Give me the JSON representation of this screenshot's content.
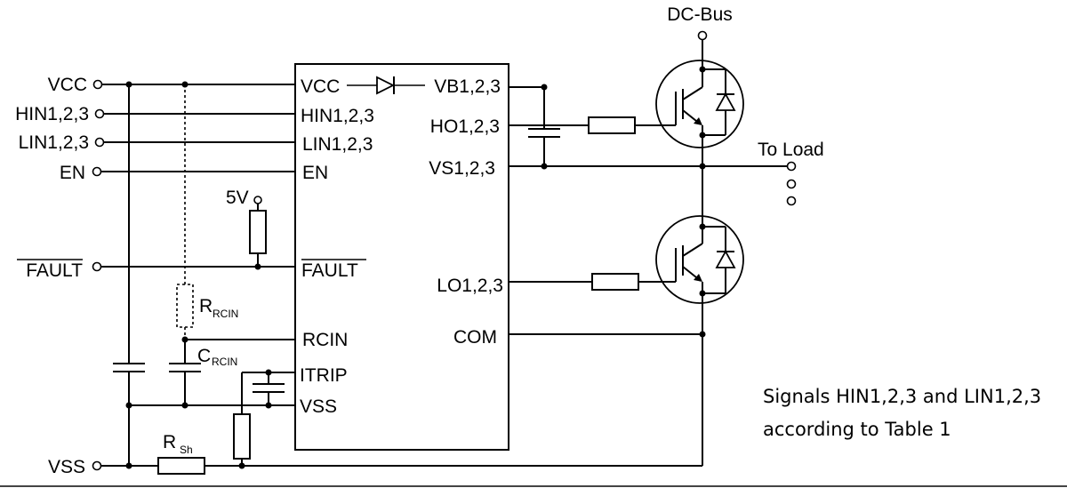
{
  "inputs": {
    "vcc": "VCC",
    "hin": "HIN1,2,3",
    "lin": "LIN1,2,3",
    "en": "EN",
    "fault": "FAULT",
    "vss": "VSS"
  },
  "ic_pins": {
    "vcc": "VCC",
    "hin": "HIN1,2,3",
    "lin": "LIN1,2,3",
    "en": "EN",
    "fault": "FAULT",
    "rcin": "RCIN",
    "itrip": "ITRIP",
    "vss": "VSS",
    "vb": "VB1,2,3",
    "ho": "HO1,2,3",
    "vs": "VS1,2,3",
    "lo": "LO1,2,3",
    "com": "COM"
  },
  "components": {
    "supply_5v": "5V",
    "r_rcin_main": "R",
    "r_rcin_sub": "RCIN",
    "c_rcin_main": "C",
    "c_rcin_sub": "RCIN",
    "r_sh_main": "R",
    "r_sh_sub": "Sh"
  },
  "power": {
    "dc_bus": "DC-Bus",
    "to_load": "To Load"
  },
  "note": {
    "line1": "Signals HIN1,2,3 and LIN1,2,3",
    "line2": "according to Table 1"
  }
}
